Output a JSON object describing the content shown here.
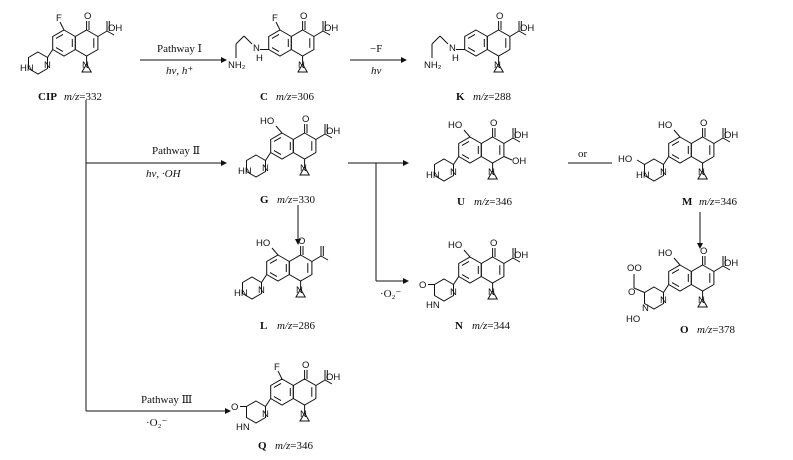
{
  "figure": {
    "compounds": [
      {
        "id": "CIP",
        "label": "CIP",
        "mz": "332"
      },
      {
        "id": "C",
        "label": "C",
        "mz": "306"
      },
      {
        "id": "K",
        "label": "K",
        "mz": "288"
      },
      {
        "id": "G",
        "label": "G",
        "mz": "330"
      },
      {
        "id": "L",
        "label": "L",
        "mz": "286"
      },
      {
        "id": "U",
        "label": "U",
        "mz": "346"
      },
      {
        "id": "M",
        "label": "M",
        "mz": "346"
      },
      {
        "id": "N",
        "label": "N",
        "mz": "344"
      },
      {
        "id": "O",
        "label": "O",
        "mz": "378"
      },
      {
        "id": "Q",
        "label": "Q",
        "mz": "346"
      }
    ],
    "mz_prefix": "m/z=",
    "pathways": {
      "p1": {
        "name": "Pathway Ⅰ",
        "conditions": "hν, h⁺"
      },
      "p1b": {
        "name": "−F",
        "conditions": "hν"
      },
      "p2": {
        "name": "Pathway Ⅱ",
        "conditions": "hν, ·OH"
      },
      "p3": {
        "name": "Pathway Ⅲ",
        "conditions": "·O₂⁻"
      },
      "or_label": "or",
      "n_reagent": "·O₂⁻"
    },
    "atoms": {
      "F": "F",
      "O": "O",
      "OH": "OH",
      "HO": "HO",
      "N": "N",
      "NH": "NH",
      "HN": "HN",
      "H": "H",
      "NH2": "NH₂",
      "OOH_top": "OO",
      "OOH_bottom": "HO"
    }
  }
}
